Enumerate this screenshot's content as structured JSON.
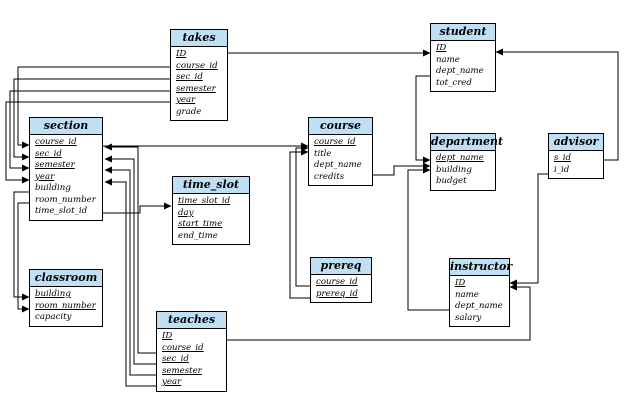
{
  "tables": {
    "takes": {
      "title": "takes",
      "attributes": [
        {
          "name": "ID",
          "key": true
        },
        {
          "name": "course_id",
          "key": true
        },
        {
          "name": "sec_id",
          "key": true
        },
        {
          "name": "semester",
          "key": true
        },
        {
          "name": "year",
          "key": true
        },
        {
          "name": "grade",
          "key": false
        }
      ]
    },
    "student": {
      "title": "student",
      "attributes": [
        {
          "name": "ID",
          "key": true
        },
        {
          "name": "name",
          "key": false
        },
        {
          "name": "dept_name",
          "key": false
        },
        {
          "name": "tot_cred",
          "key": false
        }
      ]
    },
    "section": {
      "title": "section",
      "attributes": [
        {
          "name": "course_id",
          "key": true
        },
        {
          "name": "sec_id",
          "key": true
        },
        {
          "name": "semester",
          "key": true
        },
        {
          "name": "year",
          "key": true
        },
        {
          "name": "building",
          "key": false
        },
        {
          "name": "room_number",
          "key": false
        },
        {
          "name": "time_slot_id",
          "key": false
        }
      ]
    },
    "course": {
      "title": "course",
      "attributes": [
        {
          "name": "course_id",
          "key": true
        },
        {
          "name": "title",
          "key": false
        },
        {
          "name": "dept_name",
          "key": false
        },
        {
          "name": "credits",
          "key": false
        }
      ]
    },
    "department": {
      "title": "department",
      "attributes": [
        {
          "name": "dept_name",
          "key": true
        },
        {
          "name": "building",
          "key": false
        },
        {
          "name": "budget",
          "key": false
        }
      ]
    },
    "advisor": {
      "title": "advisor",
      "attributes": [
        {
          "name": "s_id",
          "key": true
        },
        {
          "name": "i_id",
          "key": false
        }
      ]
    },
    "time_slot": {
      "title": "time_slot",
      "attributes": [
        {
          "name": "time_slot_id",
          "key": true
        },
        {
          "name": "day",
          "key": true
        },
        {
          "name": "start_time",
          "key": true
        },
        {
          "name": "end_time",
          "key": false
        }
      ]
    },
    "prereq": {
      "title": "prereq",
      "attributes": [
        {
          "name": "course_id",
          "key": true
        },
        {
          "name": "prereq_id",
          "key": true
        }
      ]
    },
    "instructor": {
      "title": "instructor",
      "attributes": [
        {
          "name": "ID",
          "key": true
        },
        {
          "name": "name",
          "key": false
        },
        {
          "name": "dept_name",
          "key": false
        },
        {
          "name": "salary",
          "key": false
        }
      ]
    },
    "classroom": {
      "title": "classroom",
      "attributes": [
        {
          "name": "building",
          "key": true
        },
        {
          "name": "room_number",
          "key": true
        },
        {
          "name": "capacity",
          "key": false
        }
      ]
    },
    "teaches": {
      "title": "teaches",
      "attributes": [
        {
          "name": "ID",
          "key": true
        },
        {
          "name": "course_id",
          "key": true
        },
        {
          "name": "sec_id",
          "key": true
        },
        {
          "name": "semester",
          "key": true
        },
        {
          "name": "year",
          "key": true
        }
      ]
    }
  },
  "colors": {
    "header": "#bfe0f4",
    "line": "#000000"
  }
}
